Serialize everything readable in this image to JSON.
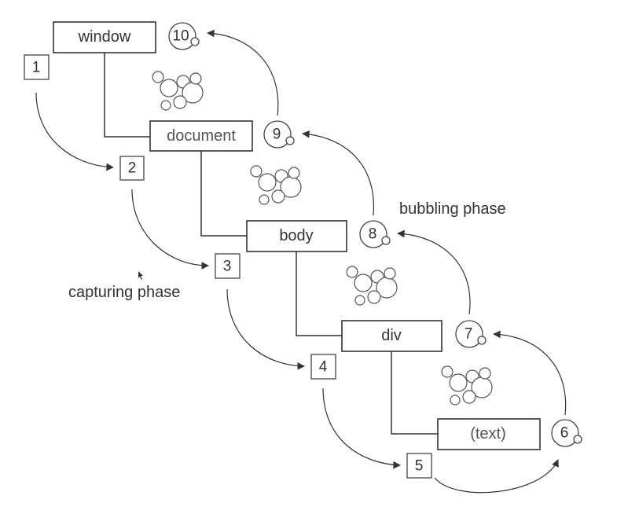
{
  "nodes": {
    "window": "window",
    "document": "document",
    "body": "body",
    "div": "div",
    "text": "(text)"
  },
  "capture_steps": [
    "1",
    "2",
    "3",
    "4",
    "5"
  ],
  "bubble_steps": [
    "6",
    "7",
    "8",
    "9",
    "10"
  ],
  "labels": {
    "capturing": "capturing phase",
    "bubbling": "bubbling phase"
  }
}
